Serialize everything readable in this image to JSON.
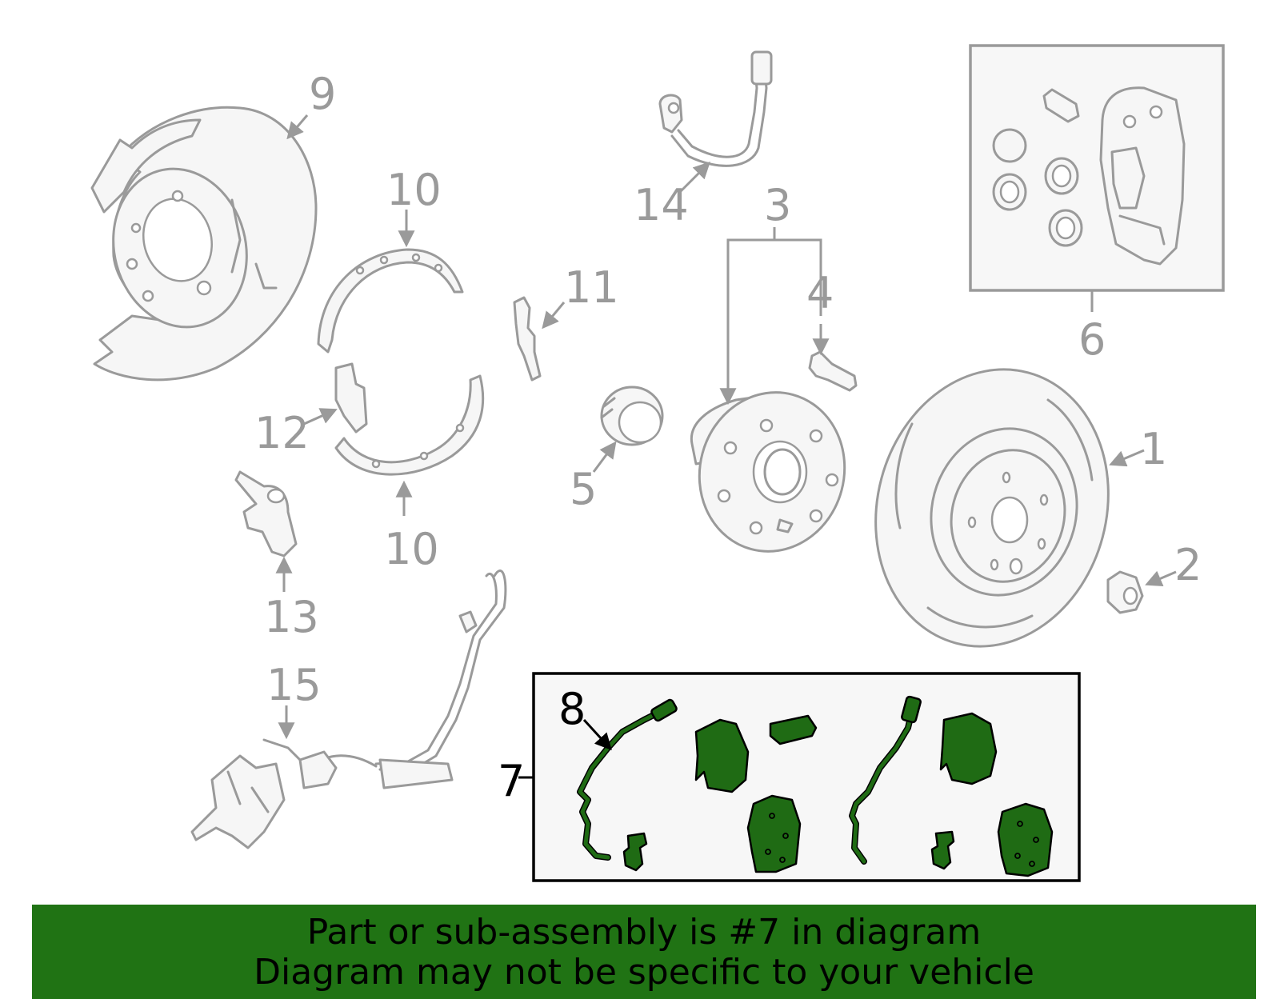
{
  "callouts": {
    "c1": "1",
    "c2": "2",
    "c3": "3",
    "c4": "4",
    "c5": "5",
    "c6": "6",
    "c7": "7",
    "c8": "8",
    "c9": "9",
    "c10a": "10",
    "c10b": "10",
    "c11": "11",
    "c12": "12",
    "c13": "13",
    "c14": "14",
    "c15": "15"
  },
  "banner": {
    "line1": "Part or sub-assembly is #7 in diagram",
    "line2": "Diagram may not be specific to your vehicle"
  },
  "colors": {
    "highlight": "#1f6b14",
    "banner": "#207314",
    "line_gray": "#9a9a9a"
  }
}
